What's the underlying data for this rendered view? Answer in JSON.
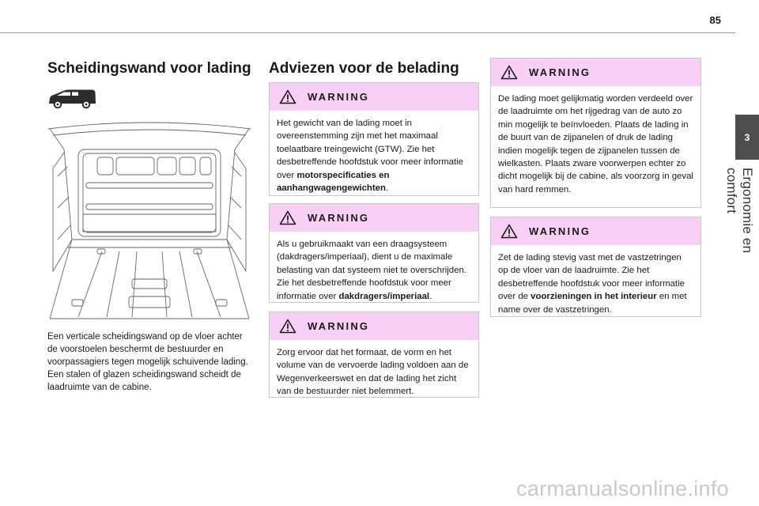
{
  "page": {
    "number": "85",
    "chapter_number": "3",
    "chapter_title": "Ergonomie en comfort"
  },
  "left": {
    "title": "Scheidingswand voor lading",
    "description": "Een verticale scheidingswand op de vloer achter de voorstoelen beschermt de bestuurder en voorpassagiers tegen mogelijk schuivende lading. Een stalen of glazen scheidingswand scheidt de laadruimte van de cabine."
  },
  "middle": {
    "title": "Adviezen voor de belading"
  },
  "warnings": [
    {
      "label": "WARNING",
      "text_before": "Het gewicht van de lading moet in overeenstemming zijn met het maximaal toelaatbare treingewicht (GTW). Zie het desbetreffende hoofdstuk voor meer informatie over ",
      "bold": "motorspecificaties en aanhangwagengewichten",
      "text_after": "."
    },
    {
      "label": "WARNING",
      "text_before": "Als u gebruikmaakt van een draagsysteem (dakdragers/imperiaal), dient u de maximale belasting van dat systeem niet te overschrijden. Zie het desbetreffende hoofdstuk voor meer informatie over ",
      "bold": "dakdragers/imperiaal",
      "text_after": "."
    },
    {
      "label": "WARNING",
      "text_before": "Zorg ervoor dat het formaat, de vorm en het volume van de vervoerde lading voldoen aan de Wegenverkeerswet en dat de lading het zicht van de bestuurder niet belemmert.",
      "bold": "",
      "text_after": ""
    },
    {
      "label": "WARNING",
      "text_before": "De lading moet gelijkmatig worden verdeeld over de laadruimte om het rijgedrag van de auto zo min mogelijk te beïnvloeden. Plaats de lading in de buurt van de zijpanelen of druk de lading indien mogelijk tegen de zijpanelen tussen de wielkasten. Plaats zware voorwerpen echter zo dicht mogelijk bij de cabine, als voorzorg in geval van hard remmen.",
      "bold": "",
      "text_after": ""
    },
    {
      "label": "WARNING",
      "text_before": "Zet de lading stevig vast met de vastzetringen op de vloer van de laadruimte. Zie het desbetreffende hoofdstuk voor meer informatie over de ",
      "bold": "voorzieningen in het interieur",
      "text_after": " en met name over de vastzetringen."
    }
  ],
  "footer": {
    "watermark": "carmanualsonline.info"
  },
  "colors": {
    "warning_header": "#f8d0f6",
    "chapter_tab": "#4d4d4d",
    "rule": "#9a9a9a"
  }
}
